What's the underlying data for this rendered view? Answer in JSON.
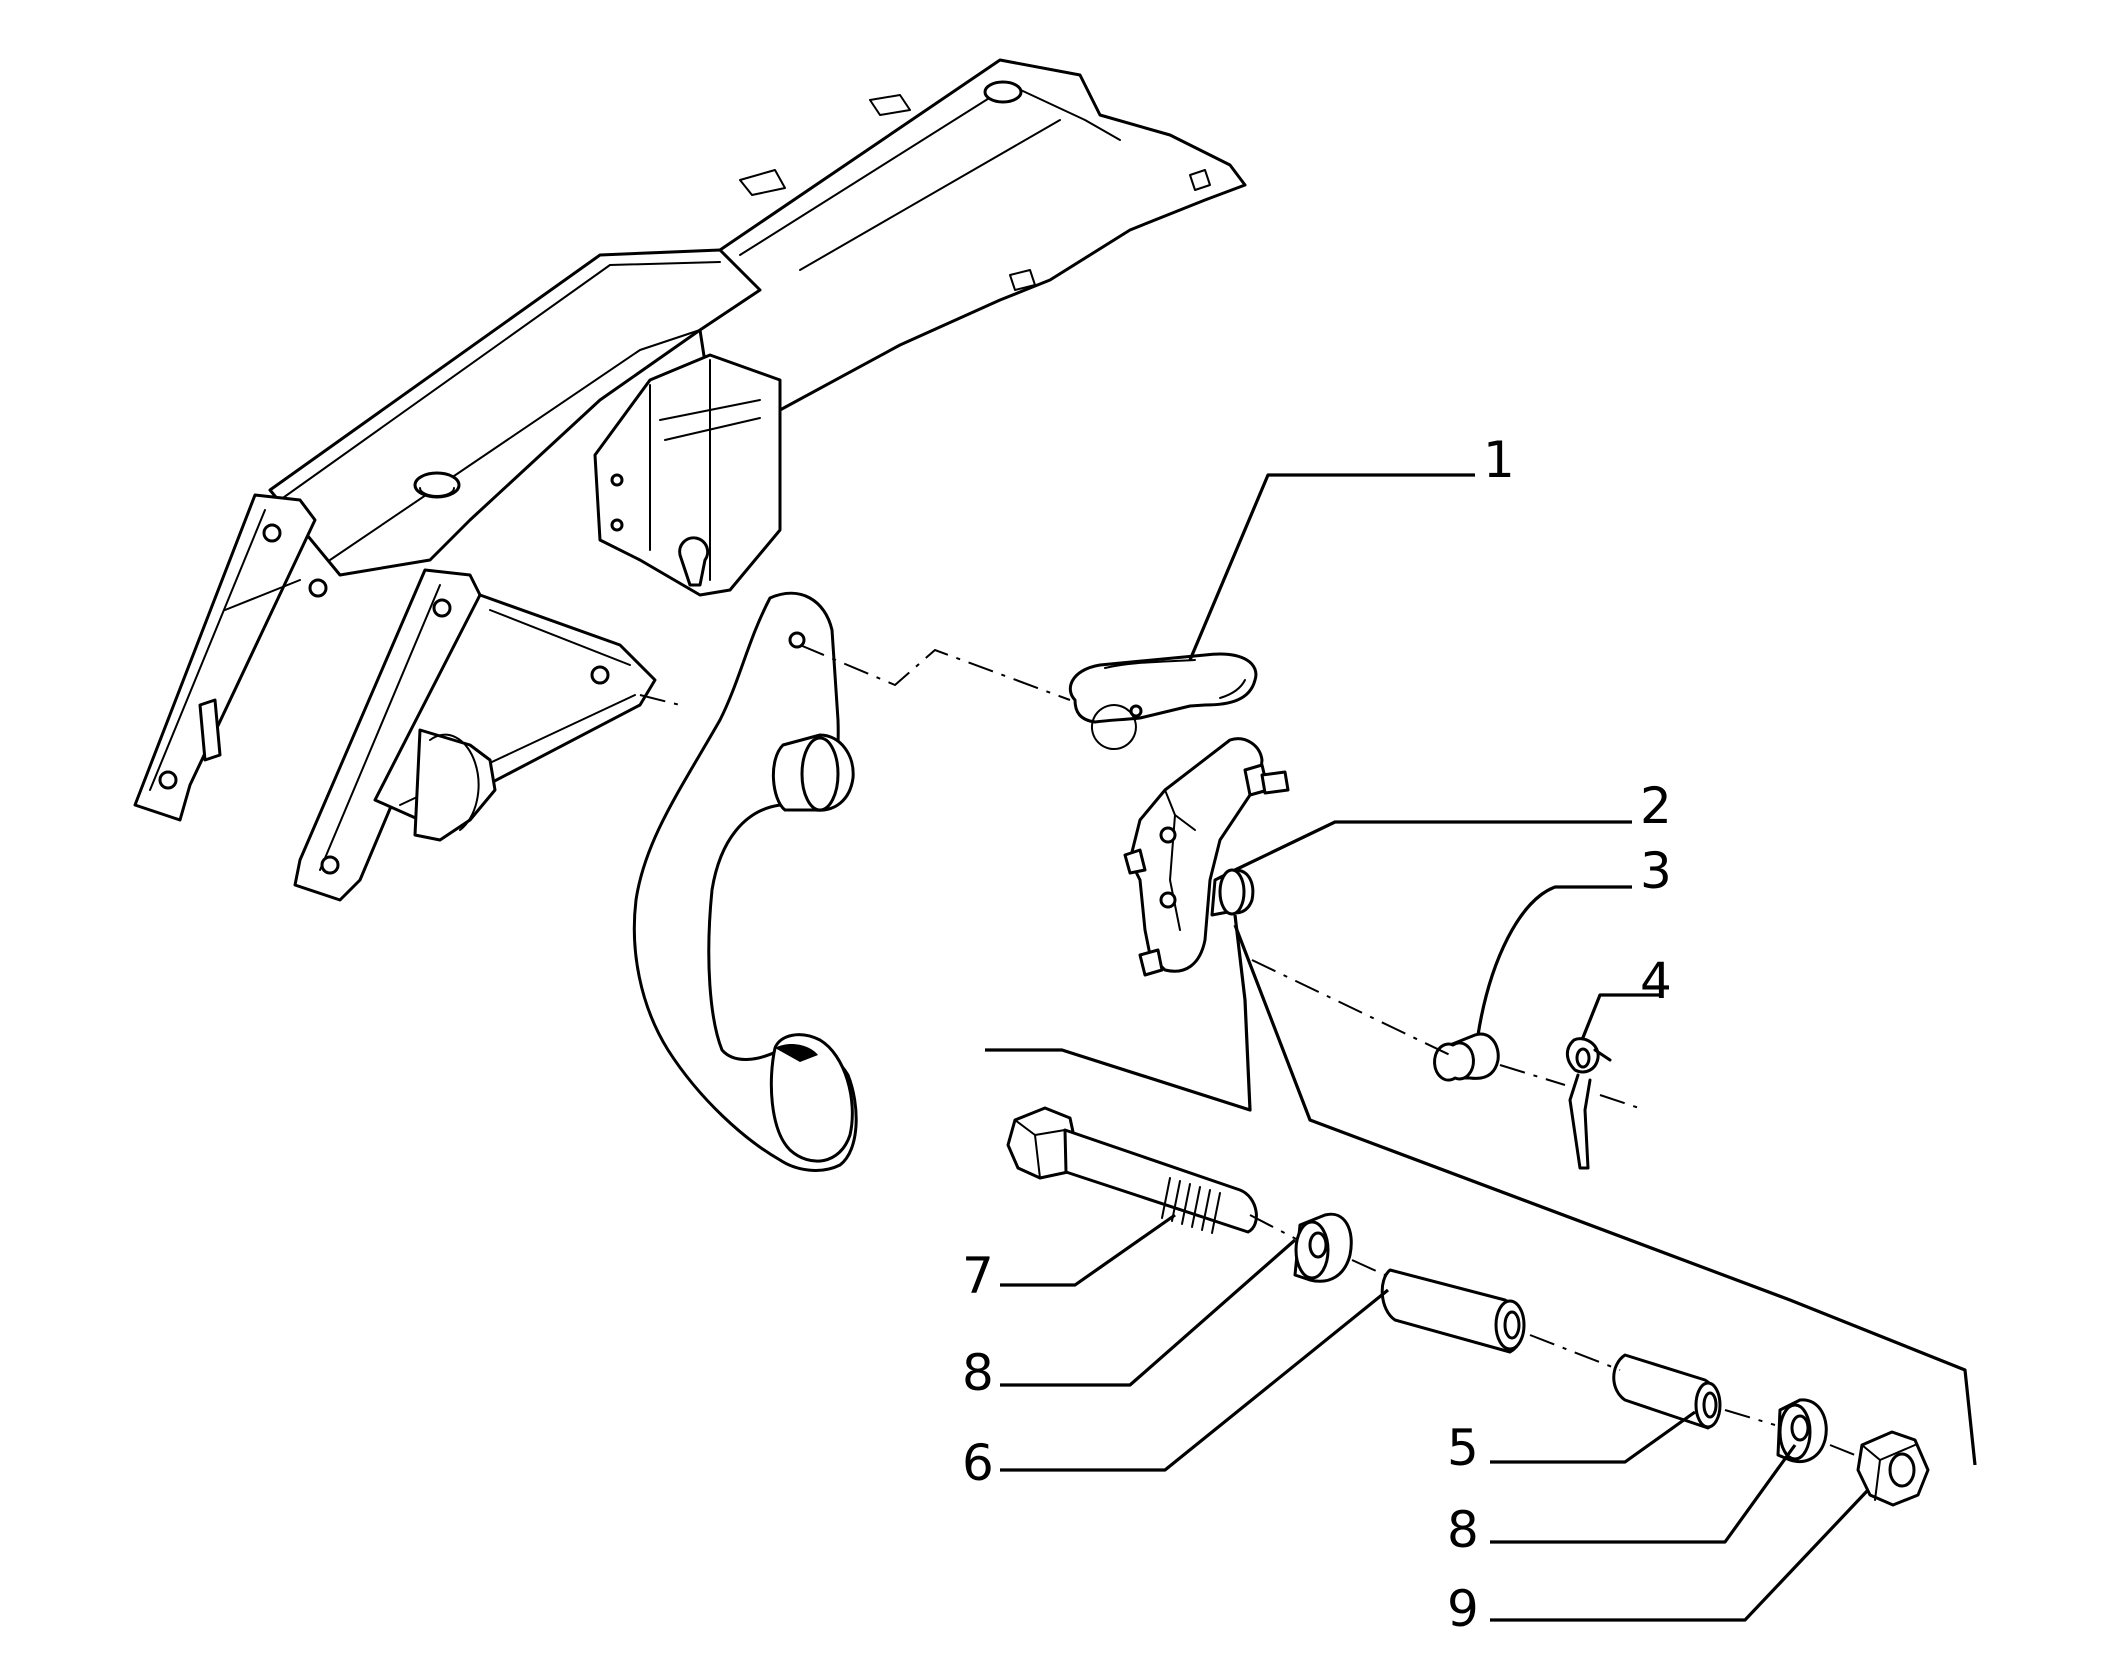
{
  "diagram": {
    "type": "exploded-parts-diagram",
    "callouts": [
      {
        "key": "c1",
        "number": "1"
      },
      {
        "key": "c2",
        "number": "2"
      },
      {
        "key": "c3",
        "number": "3"
      },
      {
        "key": "c4",
        "number": "4"
      },
      {
        "key": "c7",
        "number": "7"
      },
      {
        "key": "c8a",
        "number": "8"
      },
      {
        "key": "c6",
        "number": "6"
      },
      {
        "key": "c5",
        "number": "5"
      },
      {
        "key": "c8b",
        "number": "8"
      },
      {
        "key": "c9",
        "number": "9"
      }
    ]
  }
}
